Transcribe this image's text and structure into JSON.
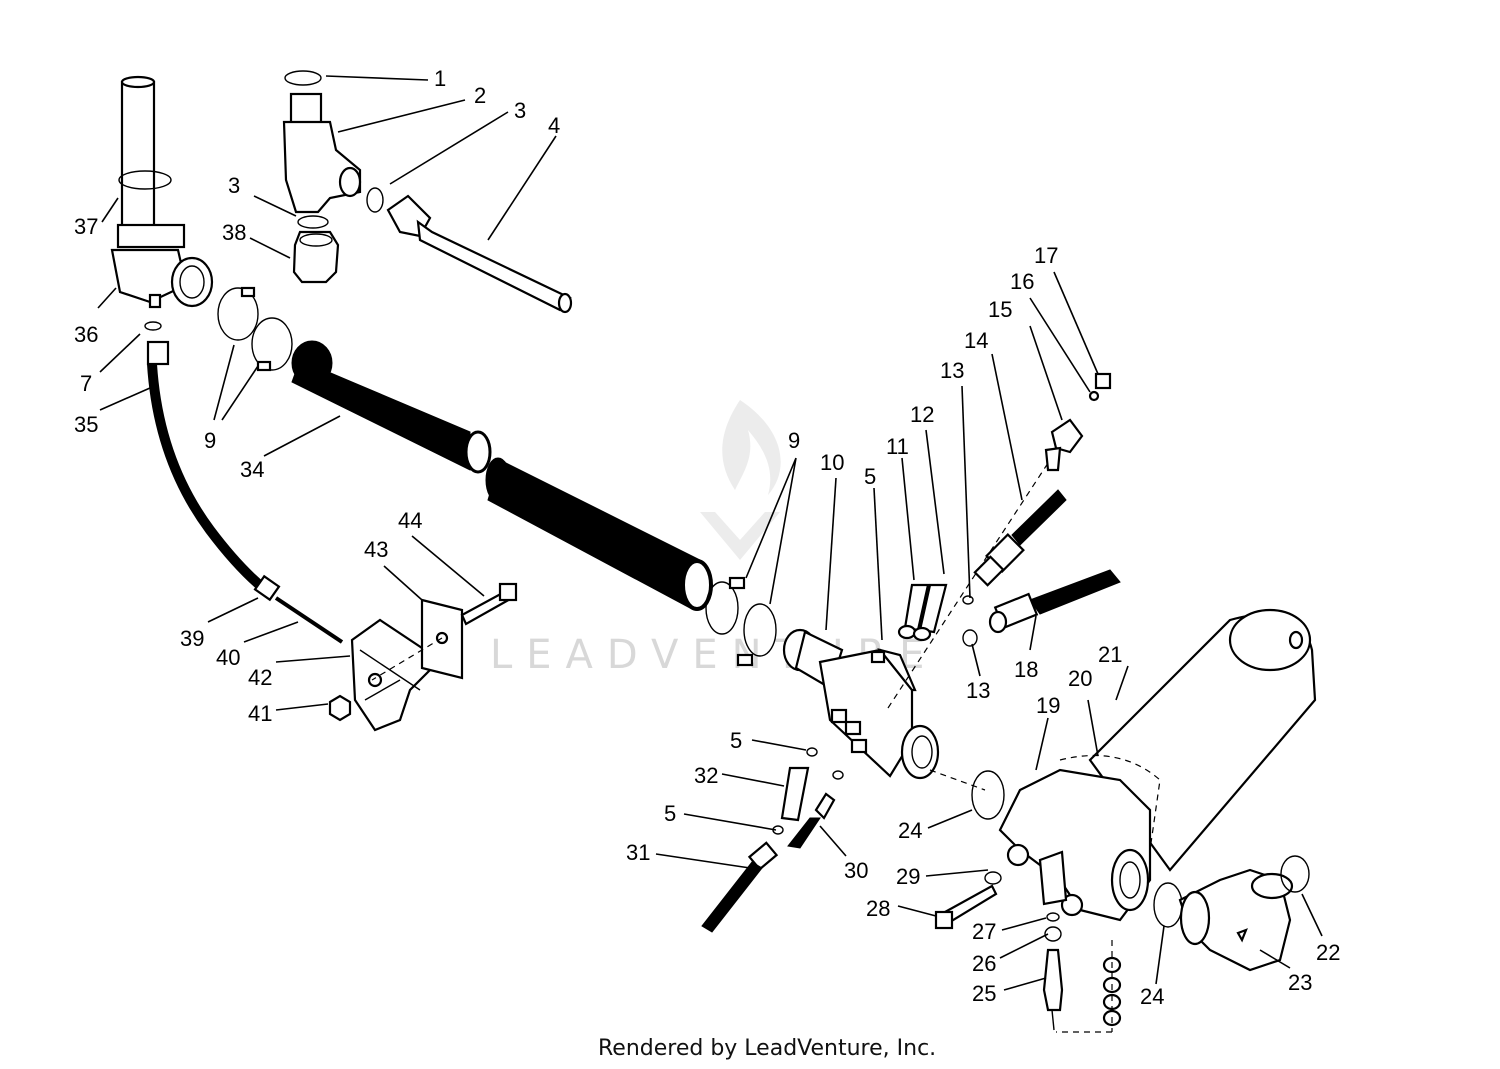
{
  "footer": {
    "text": "Rendered by LeadVenture, Inc."
  },
  "watermark": {
    "text": "LEADVENTURE",
    "color": "#d8d8d8"
  },
  "callouts": [
    {
      "id": "c1",
      "text": "1"
    },
    {
      "id": "c2",
      "text": "2"
    },
    {
      "id": "c3a",
      "text": "3"
    },
    {
      "id": "c4",
      "text": "4"
    },
    {
      "id": "c3b",
      "text": "3"
    },
    {
      "id": "c37",
      "text": "37"
    },
    {
      "id": "c38",
      "text": "38"
    },
    {
      "id": "c36",
      "text": "36"
    },
    {
      "id": "c7",
      "text": "7"
    },
    {
      "id": "c35",
      "text": "35"
    },
    {
      "id": "c9a",
      "text": "9"
    },
    {
      "id": "c34",
      "text": "34"
    },
    {
      "id": "c17",
      "text": "17"
    },
    {
      "id": "c16",
      "text": "16"
    },
    {
      "id": "c15",
      "text": "15"
    },
    {
      "id": "c14",
      "text": "14"
    },
    {
      "id": "c13a",
      "text": "13"
    },
    {
      "id": "c12",
      "text": "12"
    },
    {
      "id": "c11",
      "text": "11"
    },
    {
      "id": "c10",
      "text": "10"
    },
    {
      "id": "c9b",
      "text": "9"
    },
    {
      "id": "c5a",
      "text": "5"
    },
    {
      "id": "c44",
      "text": "44"
    },
    {
      "id": "c43",
      "text": "43"
    },
    {
      "id": "c39",
      "text": "39"
    },
    {
      "id": "c40",
      "text": "40"
    },
    {
      "id": "c42",
      "text": "42"
    },
    {
      "id": "c41",
      "text": "41"
    },
    {
      "id": "c18",
      "text": "18"
    },
    {
      "id": "c13b",
      "text": "13"
    },
    {
      "id": "c21",
      "text": "21"
    },
    {
      "id": "c20",
      "text": "20"
    },
    {
      "id": "c19",
      "text": "19"
    },
    {
      "id": "c5b",
      "text": "5"
    },
    {
      "id": "c32",
      "text": "32"
    },
    {
      "id": "c5c",
      "text": "5"
    },
    {
      "id": "c24a",
      "text": "24"
    },
    {
      "id": "c31",
      "text": "31"
    },
    {
      "id": "c30",
      "text": "30"
    },
    {
      "id": "c29",
      "text": "29"
    },
    {
      "id": "c28",
      "text": "28"
    },
    {
      "id": "c27",
      "text": "27"
    },
    {
      "id": "c26",
      "text": "26"
    },
    {
      "id": "c25",
      "text": "25"
    },
    {
      "id": "c24b",
      "text": "24"
    },
    {
      "id": "c23",
      "text": "23"
    },
    {
      "id": "c22",
      "text": "22"
    }
  ]
}
